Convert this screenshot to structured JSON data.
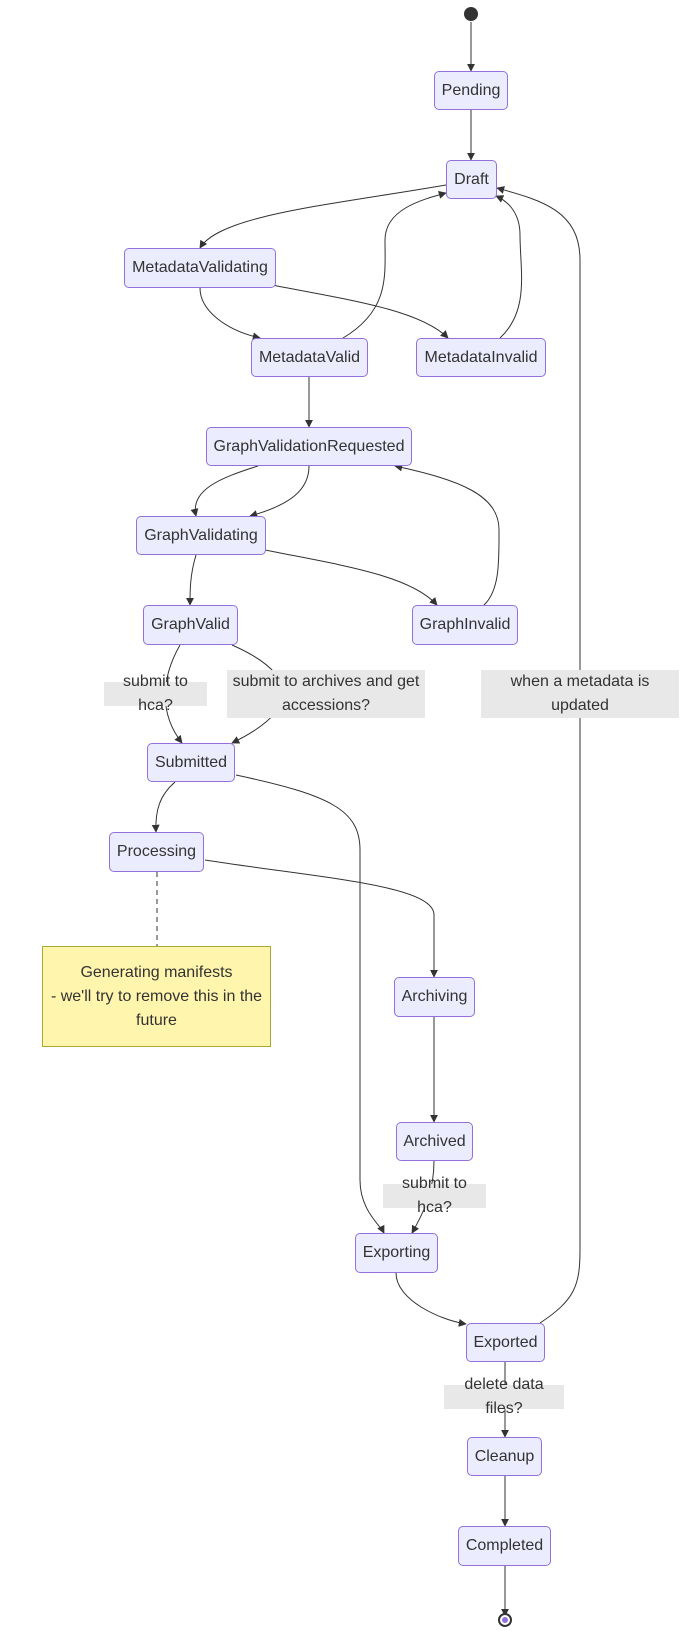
{
  "states": {
    "pending": "Pending",
    "draft": "Draft",
    "metadata_validating": "MetadataValidating",
    "metadata_valid": "MetadataValid",
    "metadata_invalid": "MetadataInvalid",
    "graph_validation_requested": "GraphValidationRequested",
    "graph_validating": "GraphValidating",
    "graph_valid": "GraphValid",
    "graph_invalid": "GraphInvalid",
    "submitted": "Submitted",
    "processing": "Processing",
    "archiving": "Archiving",
    "archived": "Archived",
    "exporting": "Exporting",
    "exported": "Exported",
    "cleanup": "Cleanup",
    "completed": "Completed"
  },
  "edge_labels": {
    "graphvalid_submitted_hca": "submit to hca?",
    "graphvalid_submitted_archives": "submit to archives and get accessions?",
    "exported_draft": "when a metadata is updated",
    "archived_exporting": "submit to hca?",
    "exported_cleanup": "delete data files?"
  },
  "note": {
    "text": "Generating manifests\n- we'll try to remove this in the future"
  },
  "colors": {
    "state_fill": "#ECECFF",
    "state_border": "#9370DB",
    "edge": "#333333",
    "edge_label_bg": "#e8e8e8",
    "note_fill": "#fff5ad",
    "note_border": "#aaaa33"
  }
}
